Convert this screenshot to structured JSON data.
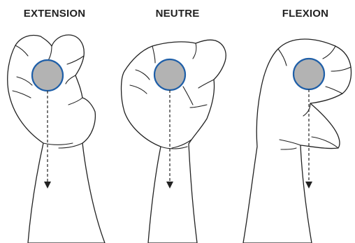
{
  "panels": [
    {
      "id": "extension",
      "label": "EXTENSION"
    },
    {
      "id": "neutre",
      "label": "NEUTRE"
    },
    {
      "id": "flexion",
      "label": "FLEXION"
    }
  ],
  "colors": {
    "ball_fill": "#b3b3b3",
    "ball_stroke": "#1f5fa8",
    "line": "#222222"
  }
}
